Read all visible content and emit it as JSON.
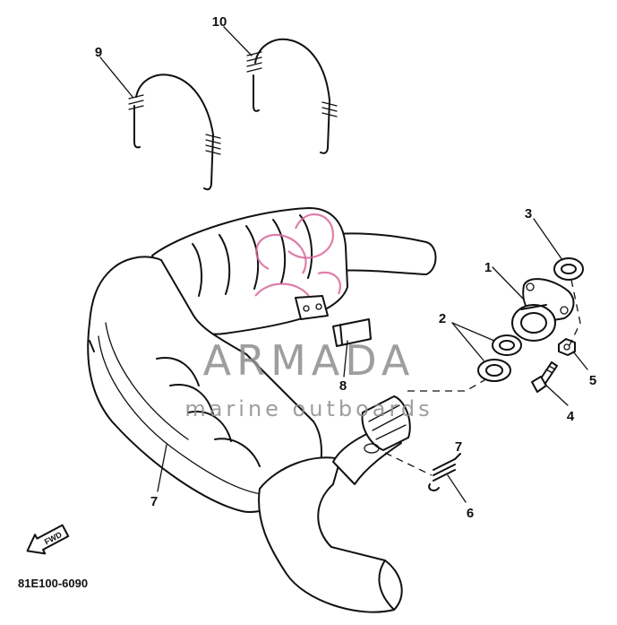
{
  "diagram": {
    "callouts": {
      "p1": "1",
      "p2": "2",
      "p3": "3",
      "p4": "4",
      "p5": "5",
      "p6": "6",
      "p7a": "7",
      "p7b": "7",
      "p8": "8",
      "p9": "9",
      "p10": "10"
    },
    "direction_arrow_label": "FWD",
    "drawing_code": "81E100-6090"
  },
  "watermark": {
    "brand": "ARMADA",
    "tagline": "marine outboards",
    "color": "#8e8e8e",
    "logo_color": "#d9679b"
  }
}
